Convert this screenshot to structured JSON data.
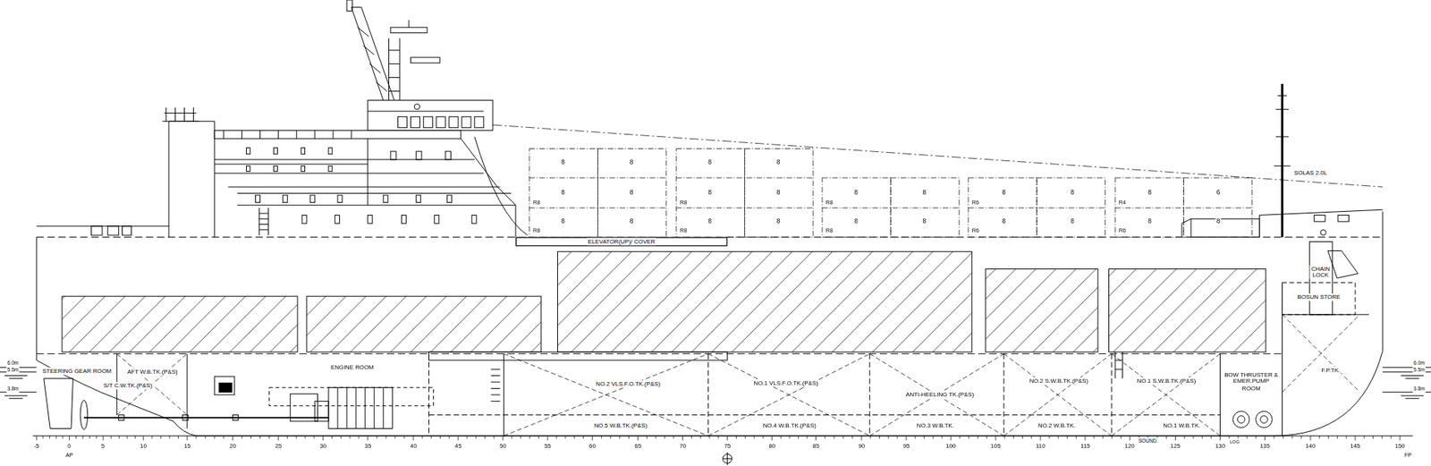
{
  "diagram": {
    "nodes": [
      {
        "text": [
          "ELEVATOR(UP)/ COVER"
        ]
      },
      {
        "text": [
          "CHAIN LOCK"
        ]
      },
      {
        "text": [
          "BOSUN STORE"
        ]
      },
      {
        "text": [
          "STEERING GEAR ROOM"
        ]
      },
      {
        "text": [
          "AFT W.B.TK.(P&S)"
        ]
      },
      {
        "text": [
          "ENGINE ROOM"
        ]
      },
      {
        "text": [
          "NO.2 VLS.F.O.TK.(P&S)"
        ]
      },
      {
        "text": [
          "NO.1 VLS.F.O.TK.(P&S)"
        ]
      },
      {
        "text": [
          "ANTI-HEELING TK.(P&S)"
        ]
      },
      {
        "text": [
          "NO.2 S.W.B.TK.(P&S)"
        ]
      },
      {
        "text": [
          "NO.1 S.W.B.TK.(P&S)"
        ]
      },
      {
        "text": [
          "BOW THRUSTER & EMER.PUMP ROOM"
        ]
      },
      {
        "text": [
          "F.P.TK."
        ]
      },
      {
        "text": [
          "S/T C.W.TK.(P&S)"
        ]
      },
      {
        "text": [
          "NO.5 W.B.TK.(P&S)"
        ]
      },
      {
        "text": [
          "NO.4 W.B.TK.(P&S)"
        ]
      },
      {
        "text": [
          "NO.3 W.B.TK."
        ]
      },
      {
        "text": [
          "NO.2 W.B.TK."
        ]
      },
      {
        "text": [
          "NO.1 W.B.TK."
        ]
      }
    ],
    "labels": [
      "SOLAS 2.0L",
      "8",
      "8",
      "8",
      "8",
      "8",
      "8",
      "8",
      "8",
      "8",
      "8",
      "8",
      "8",
      "8",
      "8",
      "8",
      "8",
      "8",
      "8",
      "8",
      "8",
      "8",
      "6",
      "8",
      "8",
      "R8",
      "R8",
      "R8",
      "R8",
      "R8",
      "R8",
      "R6",
      "R6",
      "R4",
      "R6",
      "SOUND.",
      "LOG",
      "-5",
      "0",
      "5",
      "10",
      "15",
      "20",
      "25",
      "30",
      "35",
      "40",
      "45",
      "50",
      "55",
      "60",
      "65",
      "70",
      "75",
      "80",
      "85",
      "90",
      "95",
      "100",
      "105",
      "110",
      "115",
      "120",
      "125",
      "130",
      "135",
      "140",
      "145",
      "150",
      "AP",
      "FP",
      "6.0m",
      "5.5m",
      "3.8m",
      "6.0m",
      "5.5m",
      "3.8m"
    ]
  }
}
